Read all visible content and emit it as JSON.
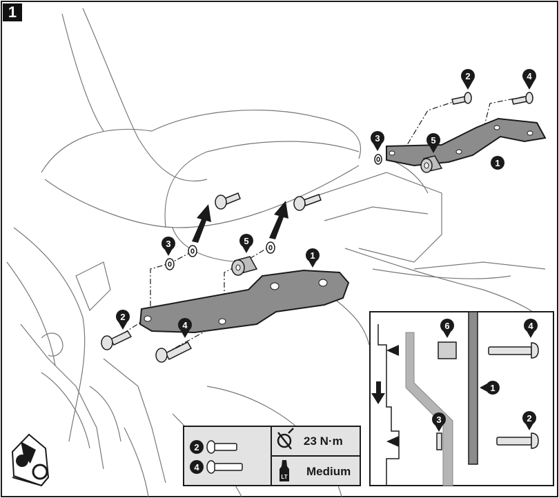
{
  "step": {
    "number": "1"
  },
  "callouts": {
    "bracket": "1",
    "screw_short": "2",
    "washer": "3",
    "screw_long": "4",
    "spacer": "5",
    "spacer_inset": "6"
  },
  "spec_table": {
    "torque": "23 N·m",
    "threadlocker": "Medium",
    "threadlocker_icon_label": "LT",
    "rows": [
      "2",
      "4"
    ]
  },
  "icons": {
    "torque": "torque-wrench-icon",
    "threadlocker": "threadlocker-bottle-icon",
    "motorcycle": "motorcycle-service-icon"
  },
  "colors": {
    "line": "#1a1a1a",
    "part_fill": "#8c8c8c",
    "metal_fill": "#cfcfcf",
    "table_fill": "#e3e3e3",
    "sketch": "#777777"
  }
}
